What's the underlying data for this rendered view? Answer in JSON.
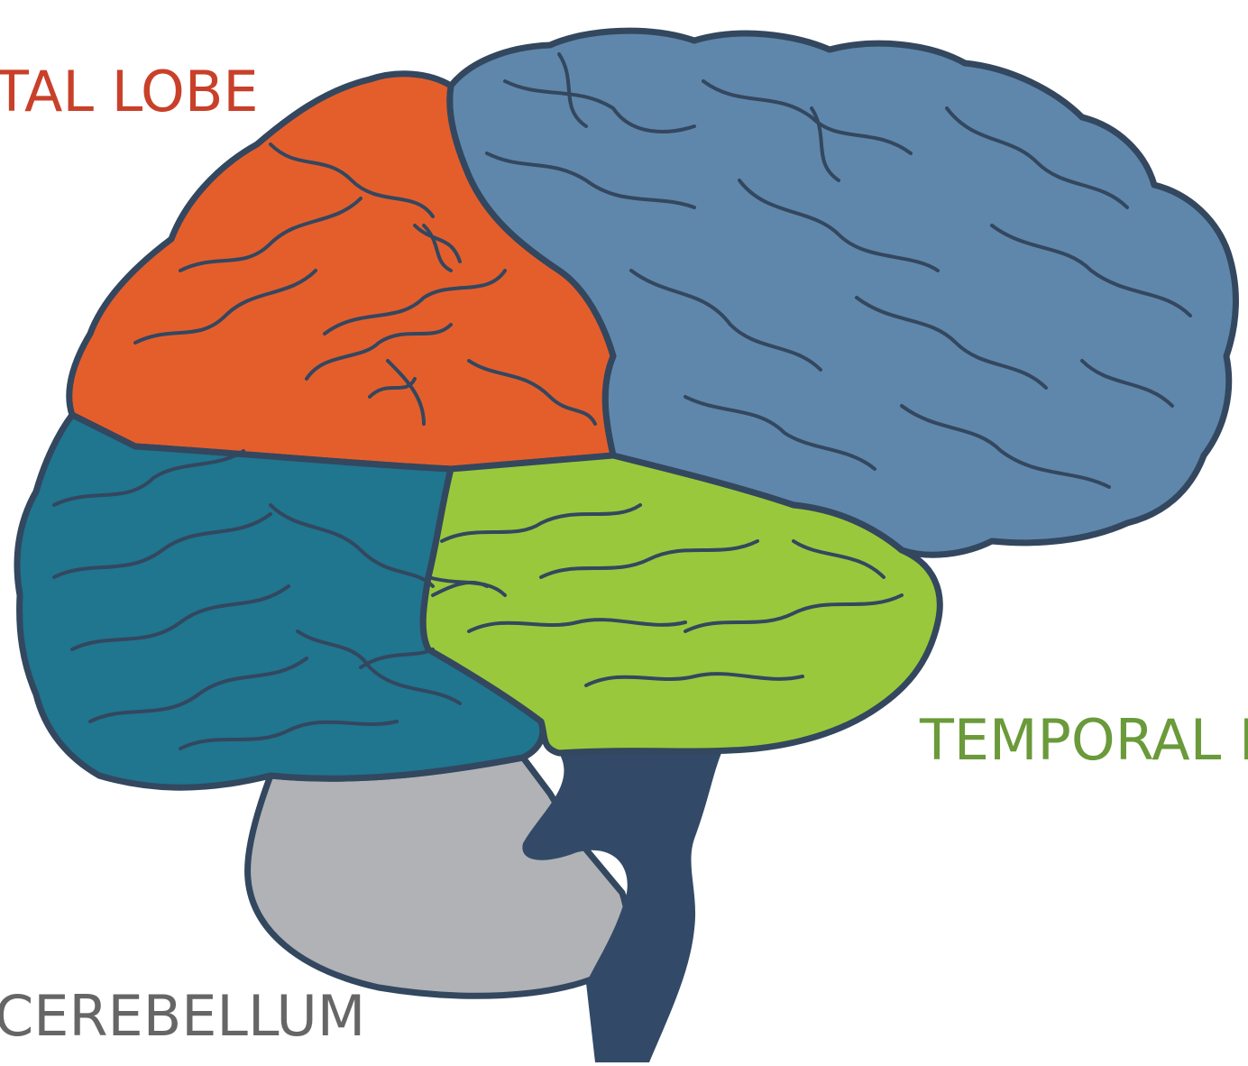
{
  "labels": {
    "parietal": "TAL LOBE",
    "temporal": "TEMPORAL LO",
    "cerebellum": "CEREBELLUM"
  },
  "colors": {
    "parietal": "#e45e2c",
    "frontal": "#5f87ab",
    "occipital": "#20758f",
    "temporal": "#9ac83c",
    "cerebellum": "#b0b2b6",
    "brainstem": "#324a67",
    "outline": "#33475f",
    "label_parietal": "#c9402a",
    "label_temporal": "#6a9a3a",
    "label_cerebellum": "#666666"
  }
}
